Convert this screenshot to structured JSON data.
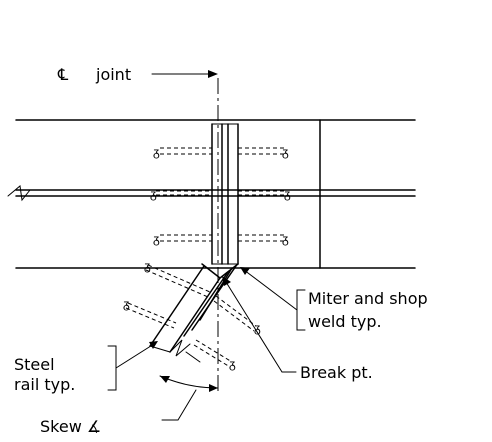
{
  "labels": {
    "cl_symbol": "℄",
    "cl_joint": "joint",
    "miter_line1": "Miter and shop",
    "miter_line2": "weld typ.",
    "steel_line1": "Steel",
    "steel_line2": "rail typ.",
    "break_pt": "Break pt.",
    "skew": "Skew ∡"
  },
  "colors": {
    "ink": "#000000",
    "paper": "#ffffff"
  }
}
